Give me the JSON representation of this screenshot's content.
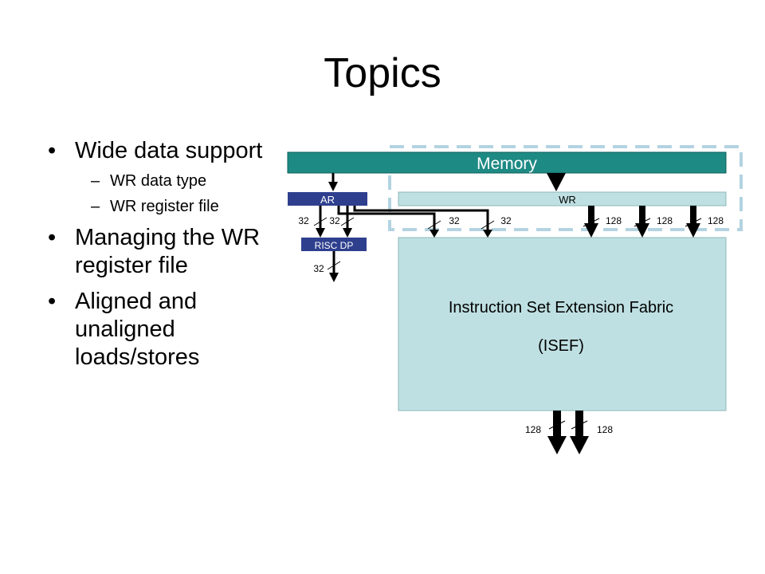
{
  "title": "Topics",
  "bullets": [
    {
      "text": "Wide data support",
      "sub": [
        "WR data type",
        "WR register file"
      ]
    },
    {
      "text": "Managing the WR register file",
      "sub": []
    },
    {
      "text": "Aligned and unaligned loads/stores",
      "sub": []
    }
  ],
  "diagram": {
    "memory_label": "Memory",
    "ar_label": "AR",
    "wr_label": "WR",
    "risc_label": "RISC DP",
    "isef_line1": "Instruction Set Extension Fabric",
    "isef_line2": "(ISEF)",
    "width_labels": {
      "ar_out_1": "32",
      "ar_out_2": "32",
      "ar_to_isef_1": "32",
      "ar_to_isef_2": "32",
      "wr_to_isef_1": "128",
      "wr_to_isef_2": "128",
      "wr_to_isef_3": "128",
      "risc_out": "32",
      "isef_out_1": "128",
      "isef_out_2": "128"
    },
    "colors": {
      "memory": "#1e8a84",
      "ar": "#2e3f8e",
      "wr": "#bfe0e2",
      "risc": "#2e3f8e",
      "isef": "#bfe0e2",
      "dashed_box": "#b3d3e1"
    }
  }
}
